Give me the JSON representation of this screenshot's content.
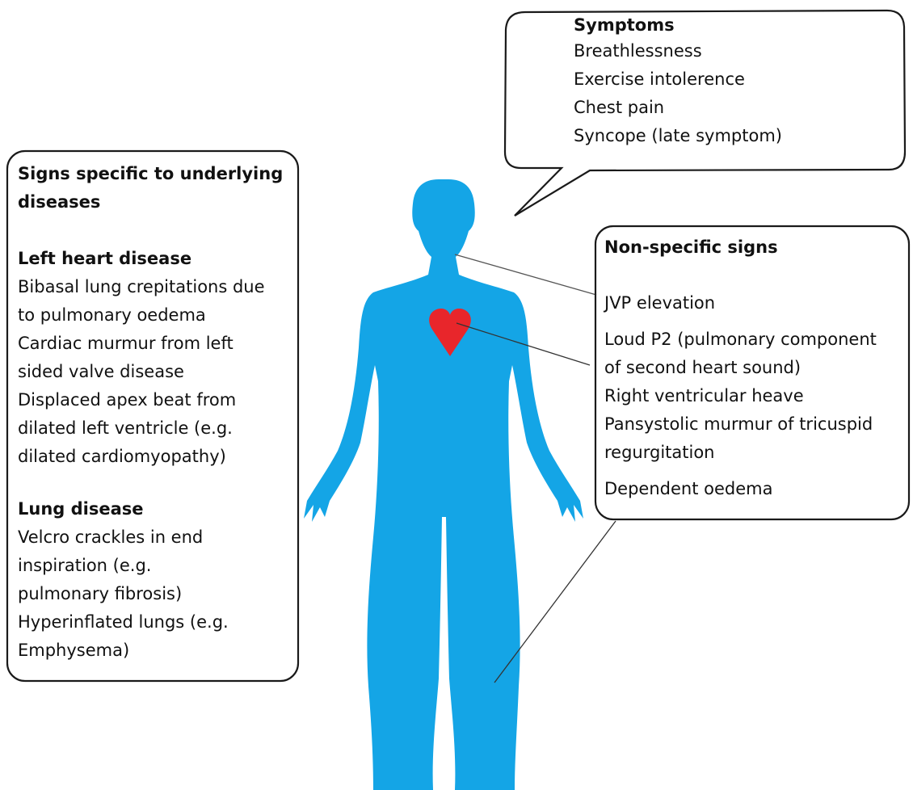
{
  "symptoms": {
    "heading": "Symptoms",
    "items": [
      "Breathlessness",
      "Exercise intolerence",
      "Chest pain",
      "Syncope (late symptom)"
    ]
  },
  "underlying": {
    "heading_lines": [
      "Signs specific to underlying",
      "diseases"
    ],
    "left_heart": {
      "heading": "Left heart disease",
      "lines": [
        "Bibasal lung crepitations due",
        "to pulmonary oedema",
        "Cardiac murmur from left",
        "sided valve disease",
        "Displaced apex beat from",
        "dilated left ventricle (e.g.",
        "dilated cardiomyopathy)"
      ]
    },
    "lung": {
      "heading": "Lung disease",
      "lines": [
        "Velcro crackles in end",
        "inspiration (e.g.",
        "pulmonary fibrosis)",
        "Hyperinflated lungs (e.g.",
        "Emphysema)"
      ]
    }
  },
  "nonspecific": {
    "heading": "Non-specific signs",
    "jvp": "JVP elevation",
    "p2_lines": [
      "Loud P2 (pulmonary component",
      "of second heart sound)"
    ],
    "rv": "Right ventricular heave",
    "murmur_lines": [
      "Pansystolic murmur of tricuspid",
      "regurgitation"
    ],
    "oedema": "Dependent oedema"
  },
  "colors": {
    "body": "#14A5E6",
    "heart": "#E8262B",
    "outline": "#1a1a1a"
  }
}
